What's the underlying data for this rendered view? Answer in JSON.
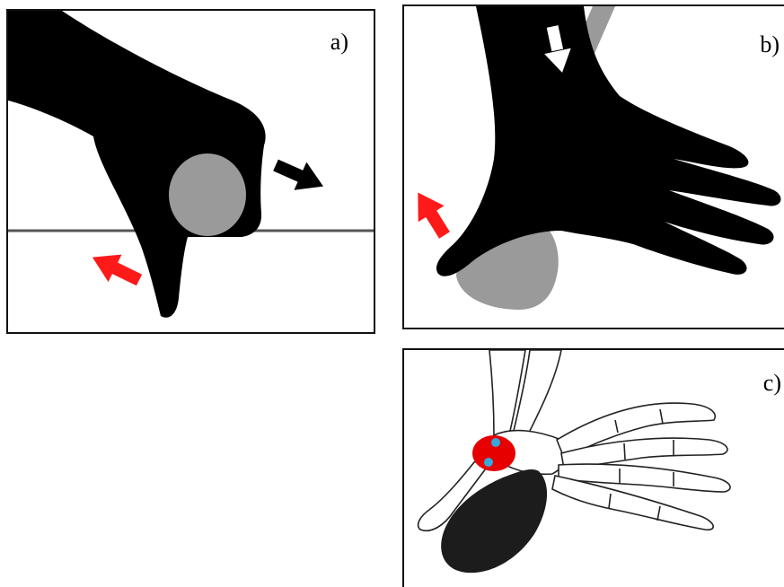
{
  "panels": {
    "a": {
      "label": "a)"
    },
    "b": {
      "label": "b)"
    },
    "c": {
      "label": "c)"
    }
  },
  "colors": {
    "hand": "#000000",
    "ball": "#9a9a9a",
    "arrow_red": "#ff1a1a",
    "arrow_black": "#000000",
    "arrow_white": "#ffffff",
    "highlight_red": "#e60000",
    "highlight_blue": "#33aadd"
  },
  "icons": [
    "hand-silhouette-icon",
    "ball-icon",
    "red-arrow-icon",
    "black-arrow-icon",
    "white-arrow-icon",
    "skeleton-hand-icon"
  ]
}
